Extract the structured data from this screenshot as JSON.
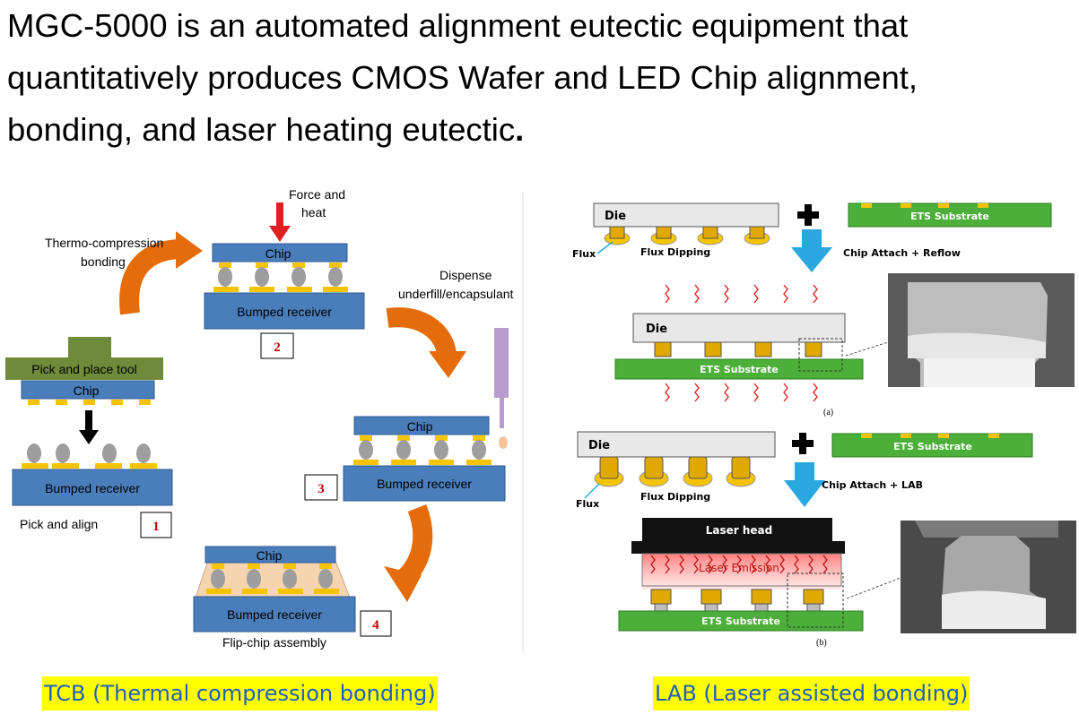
{
  "heading": {
    "line1": "MGC-5000 is an automated alignment eutectic equipment that",
    "line2": "quantitatively produces CMOS Wafer and LED Chip alignment,",
    "line3": "bonding, and laser heating eutectic",
    "period": "."
  },
  "tcb": {
    "caption": "TCB (Thermal compression bonding)",
    "force_line1": "Force and",
    "force_line2": "heat",
    "thermo_line1": "Thermo-compression",
    "thermo_line2": "bonding",
    "dispense_line1": "Dispense",
    "dispense_line2": "underfill/encapsulant",
    "tool": "Pick and place tool",
    "chip": "Chip",
    "receiver": "Bumped receiver",
    "pick_align": "Pick and align",
    "flip_chip": "Flip-chip assembly",
    "steps": [
      "1",
      "2",
      "3",
      "4"
    ]
  },
  "lab": {
    "caption": "LAB (Laser assisted bonding)",
    "die": "Die",
    "ets": "ETS Substrate",
    "flux": "Flux",
    "flux_dipping": "Flux Dipping",
    "reflow": "Chip Attach + Reflow",
    "lab_attach": "Chip Attach + LAB",
    "laser_head": "Laser head",
    "laser_emission": "Laser Emission",
    "label_a": "(a)",
    "label_b": "(b)"
  },
  "colors": {
    "chip_blue": "#4a7ebb",
    "bump_yellow": "#f5c400",
    "tool_green": "#6e8a3a",
    "orange_arrow": "#e46c0a",
    "ets_green": "#4caf3a",
    "blue_arrow": "#29a8e0",
    "heat_red": "#e02020",
    "caption_bg": "#ffff00",
    "caption_text": "#1f5fbf"
  }
}
